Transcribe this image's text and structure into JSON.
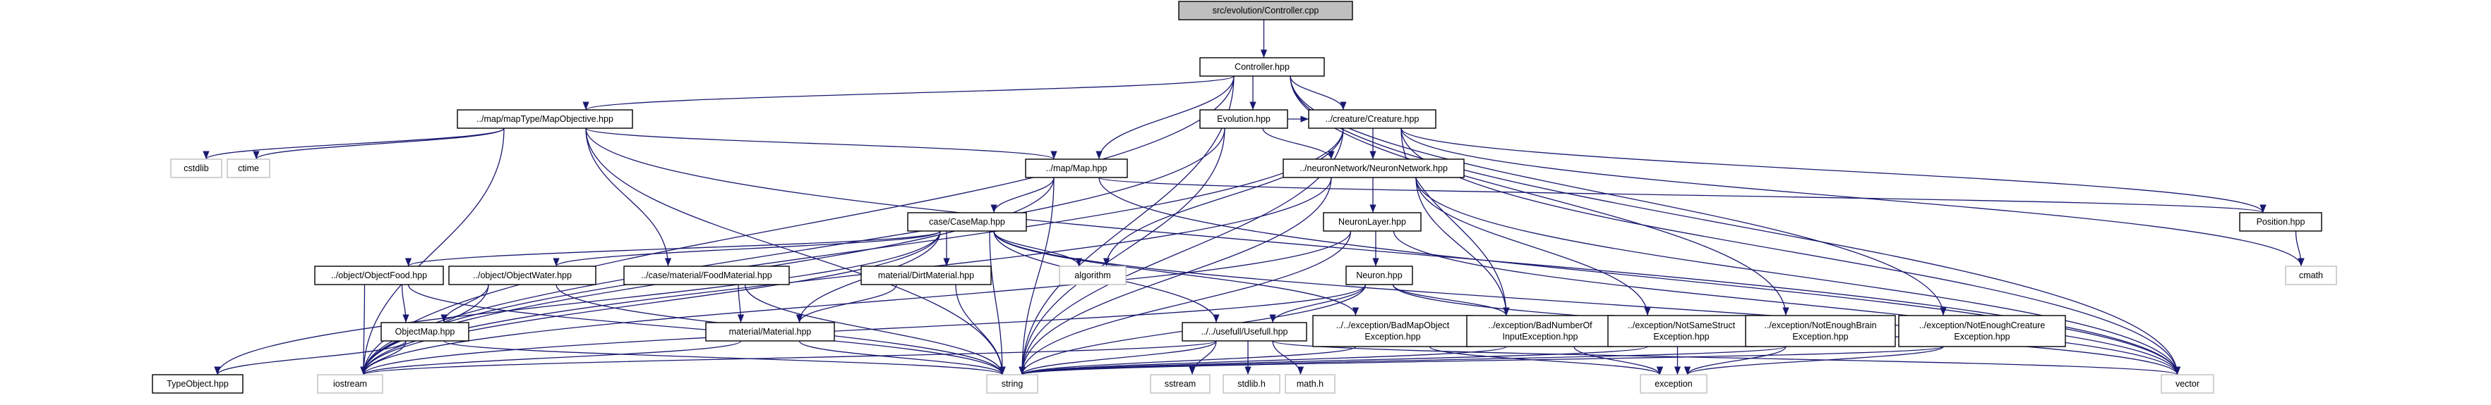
{
  "title": "src/evolution/Controller.cpp",
  "colors": {
    "edge": "#191970",
    "root_fill": "#bfbfbf",
    "external_border": "#bfbfbf",
    "internal_border": "#000000"
  },
  "nodes": [
    {
      "id": "root",
      "kind": "root",
      "label": [
        "src/evolution/Controller.cpp"
      ]
    },
    {
      "id": "controller",
      "kind": "internal",
      "label": [
        "Controller.hpp"
      ]
    },
    {
      "id": "mapobjective",
      "kind": "internal",
      "label": [
        "../map/mapType/MapObjective.hpp"
      ]
    },
    {
      "id": "evolution",
      "kind": "internal",
      "label": [
        "Evolution.hpp"
      ]
    },
    {
      "id": "creature",
      "kind": "internal",
      "label": [
        "../creature/Creature.hpp"
      ]
    },
    {
      "id": "cstdlib",
      "kind": "external",
      "label": [
        "cstdlib"
      ]
    },
    {
      "id": "ctime",
      "kind": "external",
      "label": [
        "ctime"
      ]
    },
    {
      "id": "map",
      "kind": "internal",
      "label": [
        "../map/Map.hpp"
      ]
    },
    {
      "id": "neuralnet",
      "kind": "internal",
      "label": [
        "../neuronNetwork/NeuronNetwork.hpp"
      ]
    },
    {
      "id": "casemap",
      "kind": "internal",
      "label": [
        "case/CaseMap.hpp"
      ]
    },
    {
      "id": "neuronlayer",
      "kind": "internal",
      "label": [
        "NeuronLayer.hpp"
      ]
    },
    {
      "id": "position",
      "kind": "internal",
      "label": [
        "Position.hpp"
      ]
    },
    {
      "id": "algorithm",
      "kind": "external",
      "label": [
        "algorithm"
      ]
    },
    {
      "id": "cmath",
      "kind": "external",
      "label": [
        "cmath"
      ]
    },
    {
      "id": "objectfood",
      "kind": "internal",
      "label": [
        "../object/ObjectFood.hpp"
      ]
    },
    {
      "id": "objectwater",
      "kind": "internal",
      "label": [
        "../object/ObjectWater.hpp"
      ]
    },
    {
      "id": "foodmaterial",
      "kind": "internal",
      "label": [
        "../case/material/FoodMaterial.hpp"
      ]
    },
    {
      "id": "dirtmaterial",
      "kind": "internal",
      "label": [
        "material/DirtMaterial.hpp"
      ]
    },
    {
      "id": "neuron",
      "kind": "internal",
      "label": [
        "Neuron.hpp"
      ]
    },
    {
      "id": "objectmap",
      "kind": "internal",
      "label": [
        "ObjectMap.hpp"
      ]
    },
    {
      "id": "material",
      "kind": "internal",
      "label": [
        "material/Material.hpp"
      ]
    },
    {
      "id": "usefull",
      "kind": "internal",
      "label": [
        "../../usefull/Usefull.hpp"
      ]
    },
    {
      "id": "badmapobject",
      "kind": "internal",
      "label": [
        "../../exception/BadMapObject",
        "Exception.hpp"
      ]
    },
    {
      "id": "badnumber",
      "kind": "internal",
      "label": [
        "../exception/BadNumberOf",
        "InputException.hpp"
      ]
    },
    {
      "id": "notsamestruct",
      "kind": "internal",
      "label": [
        "../exception/NotSameStruct",
        "Exception.hpp"
      ]
    },
    {
      "id": "notenoughbrain",
      "kind": "internal",
      "label": [
        "../exception/NotEnoughBrain",
        "Exception.hpp"
      ]
    },
    {
      "id": "notenoughcreature",
      "kind": "internal",
      "label": [
        "../exception/NotEnoughCreature",
        "Exception.hpp"
      ]
    },
    {
      "id": "typeobject",
      "kind": "internal",
      "label": [
        "TypeObject.hpp"
      ]
    },
    {
      "id": "iostream",
      "kind": "external",
      "label": [
        "iostream"
      ]
    },
    {
      "id": "string",
      "kind": "external",
      "label": [
        "string"
      ]
    },
    {
      "id": "sstream",
      "kind": "external",
      "label": [
        "sstream"
      ]
    },
    {
      "id": "stdlibh",
      "kind": "external",
      "label": [
        "stdlib.h"
      ]
    },
    {
      "id": "mathh",
      "kind": "external",
      "label": [
        "math.h"
      ]
    },
    {
      "id": "exception",
      "kind": "external",
      "label": [
        "exception"
      ]
    },
    {
      "id": "vector",
      "kind": "external",
      "label": [
        "vector"
      ]
    }
  ],
  "edges": [
    [
      "root",
      "controller"
    ],
    [
      "controller",
      "mapobjective"
    ],
    [
      "controller",
      "evolution"
    ],
    [
      "controller",
      "creature"
    ],
    [
      "controller",
      "map"
    ],
    [
      "controller",
      "iostream"
    ],
    [
      "controller",
      "string"
    ],
    [
      "controller",
      "vector"
    ],
    [
      "controller",
      "notenoughbrain"
    ],
    [
      "controller",
      "notenoughcreature"
    ],
    [
      "mapobjective",
      "cstdlib"
    ],
    [
      "mapobjective",
      "ctime"
    ],
    [
      "mapobjective",
      "map"
    ],
    [
      "mapobjective",
      "foodmaterial"
    ],
    [
      "mapobjective",
      "iostream"
    ],
    [
      "mapobjective",
      "string"
    ],
    [
      "mapobjective",
      "vector"
    ],
    [
      "evolution",
      "creature"
    ],
    [
      "evolution",
      "neuralnet"
    ],
    [
      "evolution",
      "string"
    ],
    [
      "evolution",
      "iostream"
    ],
    [
      "creature",
      "neuralnet"
    ],
    [
      "creature",
      "position"
    ],
    [
      "creature",
      "algorithm"
    ],
    [
      "creature",
      "string"
    ],
    [
      "creature",
      "cmath"
    ],
    [
      "creature",
      "badnumber"
    ],
    [
      "creature",
      "vector"
    ],
    [
      "creature",
      "iostream"
    ],
    [
      "map",
      "casemap"
    ],
    [
      "map",
      "iostream"
    ],
    [
      "map",
      "position"
    ],
    [
      "map",
      "string"
    ],
    [
      "map",
      "vector"
    ],
    [
      "neuralnet",
      "neuronlayer"
    ],
    [
      "neuralnet",
      "badnumber"
    ],
    [
      "neuralnet",
      "notsamestruct"
    ],
    [
      "neuralnet",
      "iostream"
    ],
    [
      "neuralnet",
      "string"
    ],
    [
      "neuralnet",
      "vector"
    ],
    [
      "casemap",
      "objectfood"
    ],
    [
      "casemap",
      "objectwater"
    ],
    [
      "casemap",
      "dirtmaterial"
    ],
    [
      "casemap",
      "material"
    ],
    [
      "casemap",
      "algorithm"
    ],
    [
      "casemap",
      "usefull"
    ],
    [
      "casemap",
      "badmapobject"
    ],
    [
      "casemap",
      "typeobject"
    ],
    [
      "casemap",
      "iostream"
    ],
    [
      "casemap",
      "string"
    ],
    [
      "casemap",
      "vector"
    ],
    [
      "neuronlayer",
      "neuron"
    ],
    [
      "neuronlayer",
      "string"
    ],
    [
      "neuronlayer",
      "vector"
    ],
    [
      "neuronlayer",
      "iostream"
    ],
    [
      "neuron",
      "usefull"
    ],
    [
      "neuron",
      "badnumber"
    ],
    [
      "neuron",
      "string"
    ],
    [
      "neuron",
      "vector"
    ],
    [
      "neuron",
      "iostream"
    ],
    [
      "position",
      "cmath"
    ],
    [
      "objectfood",
      "objectmap"
    ],
    [
      "objectfood",
      "iostream"
    ],
    [
      "objectfood",
      "string"
    ],
    [
      "objectwater",
      "objectmap"
    ],
    [
      "objectwater",
      "iostream"
    ],
    [
      "objectwater",
      "string"
    ],
    [
      "foodmaterial",
      "material"
    ],
    [
      "foodmaterial",
      "string"
    ],
    [
      "dirtmaterial",
      "material"
    ],
    [
      "dirtmaterial",
      "string"
    ],
    [
      "objectmap",
      "typeobject"
    ],
    [
      "objectmap",
      "iostream"
    ],
    [
      "objectmap",
      "string"
    ],
    [
      "material",
      "iostream"
    ],
    [
      "material",
      "string"
    ],
    [
      "usefull",
      "sstream"
    ],
    [
      "usefull",
      "stdlibh"
    ],
    [
      "usefull",
      "mathh"
    ],
    [
      "usefull",
      "string"
    ],
    [
      "usefull",
      "vector"
    ],
    [
      "usefull",
      "iostream"
    ],
    [
      "badmapobject",
      "exception"
    ],
    [
      "badmapobject",
      "string"
    ],
    [
      "badnumber",
      "exception"
    ],
    [
      "badnumber",
      "string"
    ],
    [
      "notsamestruct",
      "exception"
    ],
    [
      "notsamestruct",
      "string"
    ],
    [
      "notenoughbrain",
      "exception"
    ],
    [
      "notenoughbrain",
      "string"
    ],
    [
      "notenoughcreature",
      "exception"
    ],
    [
      "notenoughcreature",
      "string"
    ]
  ]
}
